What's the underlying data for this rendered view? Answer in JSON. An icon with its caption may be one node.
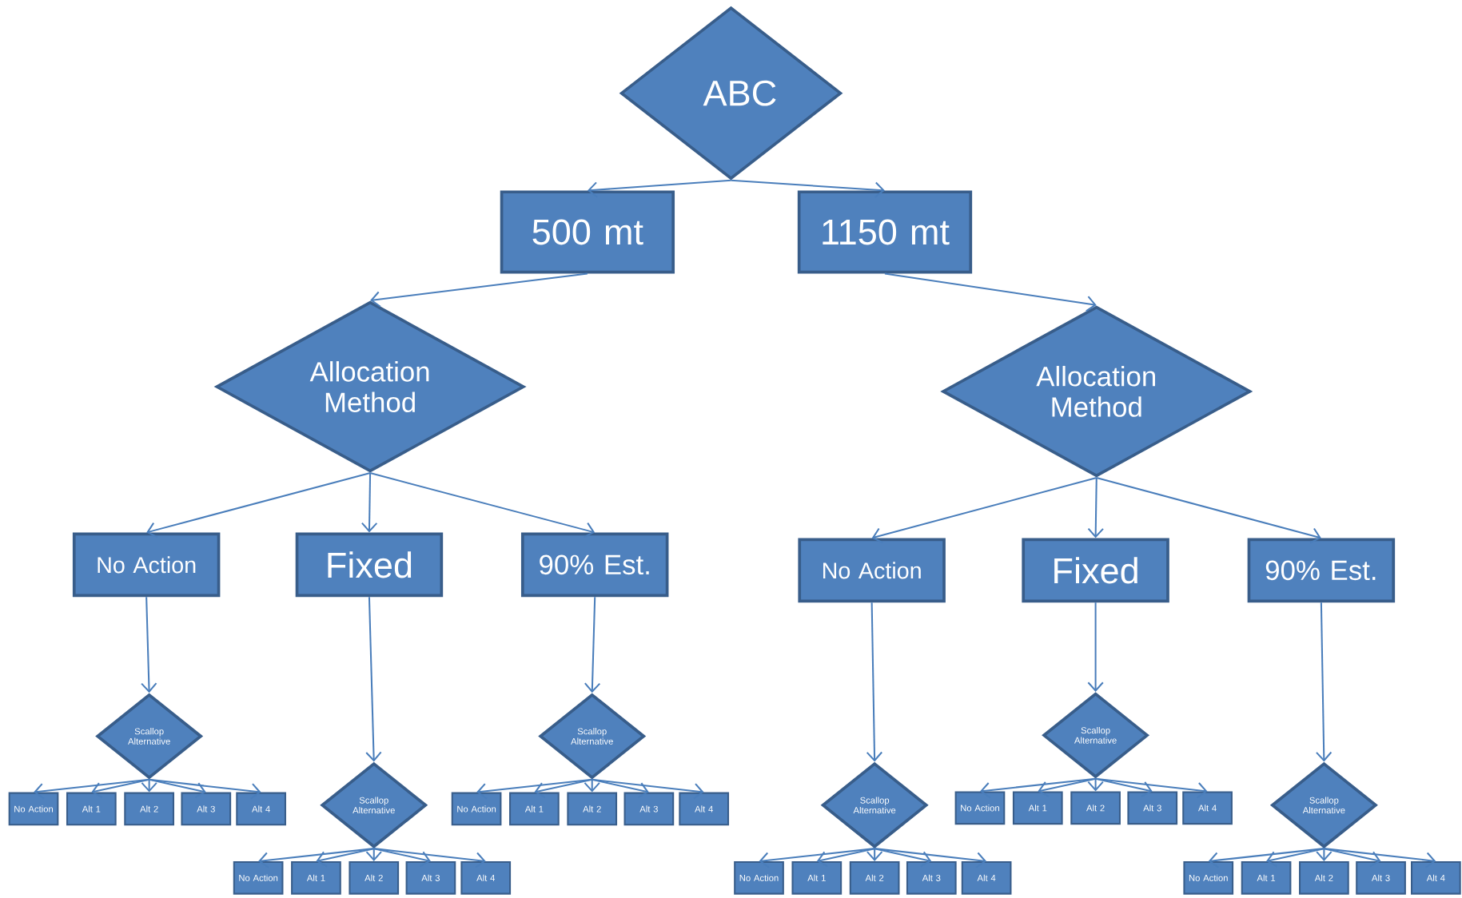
{
  "diagram": {
    "nodes": [
      {
        "text": [
          "ABC"
        ]
      },
      {
        "text": [
          "500 mt"
        ]
      },
      {
        "text": [
          "1150 mt"
        ]
      },
      {
        "text": [
          "Allocation Method"
        ]
      },
      {
        "text": [
          "Allocation Method"
        ]
      },
      {
        "text": [
          "No Action"
        ]
      },
      {
        "text": [
          "Fixed"
        ]
      },
      {
        "text": [
          "90% Est."
        ]
      },
      {
        "text": [
          "No Action"
        ]
      },
      {
        "text": [
          "Fixed"
        ]
      },
      {
        "text": [
          "90% Est."
        ]
      },
      {
        "text": [
          "Scallop Alternative"
        ]
      },
      {
        "text": [
          "Scallop Alternative"
        ]
      },
      {
        "text": [
          "Scallop Alternative"
        ]
      },
      {
        "text": [
          "Scallop Alternative"
        ]
      },
      {
        "text": [
          "Scallop Alternative"
        ]
      },
      {
        "text": [
          "Scallop Alternative"
        ]
      },
      {
        "text": [
          "No Action"
        ]
      },
      {
        "text": [
          "Alt 1"
        ]
      },
      {
        "text": [
          "Alt 2"
        ]
      },
      {
        "text": [
          "Alt 3"
        ]
      },
      {
        "text": [
          "Alt 4"
        ]
      },
      {
        "text": [
          "No Action"
        ]
      },
      {
        "text": [
          "Alt 1"
        ]
      },
      {
        "text": [
          "Alt 2"
        ]
      },
      {
        "text": [
          "Alt 3"
        ]
      },
      {
        "text": [
          "Alt 4"
        ]
      },
      {
        "text": [
          "No Action"
        ]
      },
      {
        "text": [
          "Alt 1"
        ]
      },
      {
        "text": [
          "Alt 2"
        ]
      },
      {
        "text": [
          "Alt 3"
        ]
      },
      {
        "text": [
          "Alt 4"
        ]
      },
      {
        "text": [
          "No Action"
        ]
      },
      {
        "text": [
          "Alt 1"
        ]
      },
      {
        "text": [
          "Alt 2"
        ]
      },
      {
        "text": [
          "Alt 3"
        ]
      },
      {
        "text": [
          "Alt 4"
        ]
      },
      {
        "text": [
          "No Action"
        ]
      },
      {
        "text": [
          "Alt 1"
        ]
      },
      {
        "text": [
          "Alt 2"
        ]
      },
      {
        "text": [
          "Alt 3"
        ]
      },
      {
        "text": [
          "Alt 4"
        ]
      },
      {
        "text": [
          "No Action"
        ]
      },
      {
        "text": [
          "Alt 1"
        ]
      },
      {
        "text": [
          "Alt 2"
        ]
      },
      {
        "text": [
          "Alt 3"
        ]
      },
      {
        "text": [
          "Alt 4"
        ]
      }
    ],
    "edges": [
      {
        "from": 0,
        "to": 1,
        "arrow": "to"
      },
      {
        "from": 0,
        "to": 2,
        "arrow": "to"
      },
      {
        "from": 1,
        "to": 3,
        "arrow": "to"
      },
      {
        "from": 2,
        "to": 4,
        "arrow": "to"
      },
      {
        "from": 3,
        "to": 5,
        "arrow": "to"
      },
      {
        "from": 3,
        "to": 6,
        "arrow": "to"
      },
      {
        "from": 3,
        "to": 7,
        "arrow": "to"
      },
      {
        "from": 4,
        "to": 8,
        "arrow": "to"
      },
      {
        "from": 4,
        "to": 9,
        "arrow": "to"
      },
      {
        "from": 4,
        "to": 10,
        "arrow": "to"
      },
      {
        "from": 5,
        "to": 11,
        "arrow": "to"
      },
      {
        "from": 6,
        "to": 12,
        "arrow": "to"
      },
      {
        "from": 7,
        "to": 13,
        "arrow": "to"
      },
      {
        "from": 8,
        "to": 14,
        "arrow": "to"
      },
      {
        "from": 9,
        "to": 15,
        "arrow": "to"
      },
      {
        "from": 10,
        "to": 16,
        "arrow": "to"
      },
      {
        "from": 11,
        "to": 17,
        "arrow": "to"
      },
      {
        "from": 11,
        "to": 18,
        "arrow": "to"
      },
      {
        "from": 11,
        "to": 19,
        "arrow": "to"
      },
      {
        "from": 11,
        "to": 20,
        "arrow": "to"
      },
      {
        "from": 11,
        "to": 21,
        "arrow": "to"
      },
      {
        "from": 12,
        "to": 22,
        "arrow": "to"
      },
      {
        "from": 12,
        "to": 23,
        "arrow": "to"
      },
      {
        "from": 12,
        "to": 24,
        "arrow": "to"
      },
      {
        "from": 12,
        "to": 25,
        "arrow": "to"
      },
      {
        "from": 12,
        "to": 26,
        "arrow": "to"
      },
      {
        "from": 13,
        "to": 27,
        "arrow": "to"
      },
      {
        "from": 13,
        "to": 28,
        "arrow": "to"
      },
      {
        "from": 13,
        "to": 29,
        "arrow": "to"
      },
      {
        "from": 13,
        "to": 30,
        "arrow": "to"
      },
      {
        "from": 13,
        "to": 31,
        "arrow": "to"
      },
      {
        "from": 14,
        "to": 32,
        "arrow": "to"
      },
      {
        "from": 14,
        "to": 33,
        "arrow": "to"
      },
      {
        "from": 14,
        "to": 34,
        "arrow": "to"
      },
      {
        "from": 14,
        "to": 35,
        "arrow": "to"
      },
      {
        "from": 14,
        "to": 36,
        "arrow": "to"
      },
      {
        "from": 15,
        "to": 37,
        "arrow": "to"
      },
      {
        "from": 15,
        "to": 38,
        "arrow": "to"
      },
      {
        "from": 15,
        "to": 39,
        "arrow": "to"
      },
      {
        "from": 15,
        "to": 40,
        "arrow": "to"
      },
      {
        "from": 15,
        "to": 41,
        "arrow": "to"
      },
      {
        "from": 16,
        "to": 42,
        "arrow": "to"
      },
      {
        "from": 16,
        "to": 43,
        "arrow": "to"
      },
      {
        "from": 16,
        "to": 44,
        "arrow": "to"
      },
      {
        "from": 16,
        "to": 45,
        "arrow": "to"
      },
      {
        "from": 16,
        "to": 46,
        "arrow": "to"
      }
    ]
  }
}
